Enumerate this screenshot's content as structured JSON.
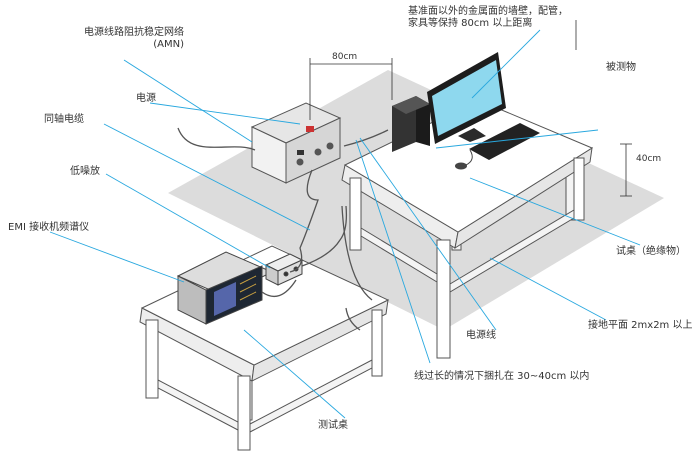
{
  "labels": {
    "amn_line1": "电源线路阻抗稳定网络",
    "amn_line2": "(AMN)",
    "power_source": "电源",
    "coax_cable": "同轴电缆",
    "lna": "低噪放",
    "emi_receiver": "EMI 接收机频谱仪",
    "wall_note_line1": "基准面以外的金属面的墙壁，配管，",
    "wall_note_line2": "家具等保持 80cm 以上距离",
    "eut": "被测物",
    "height_dim": "40cm",
    "distance_dim": "80cm",
    "test_table_insulated": "试桌（绝缘物）",
    "ground_plane": "接地平面 2mx2m 以上",
    "power_line": "电源线",
    "bundle_note": "线过长的情况下捆扎在 30~40cm 以内",
    "test_bench": "测试桌"
  },
  "colors": {
    "leader_line": "#29a8df",
    "screen": "#8ed8ee",
    "ground_shadow": "#dcdcdc"
  }
}
